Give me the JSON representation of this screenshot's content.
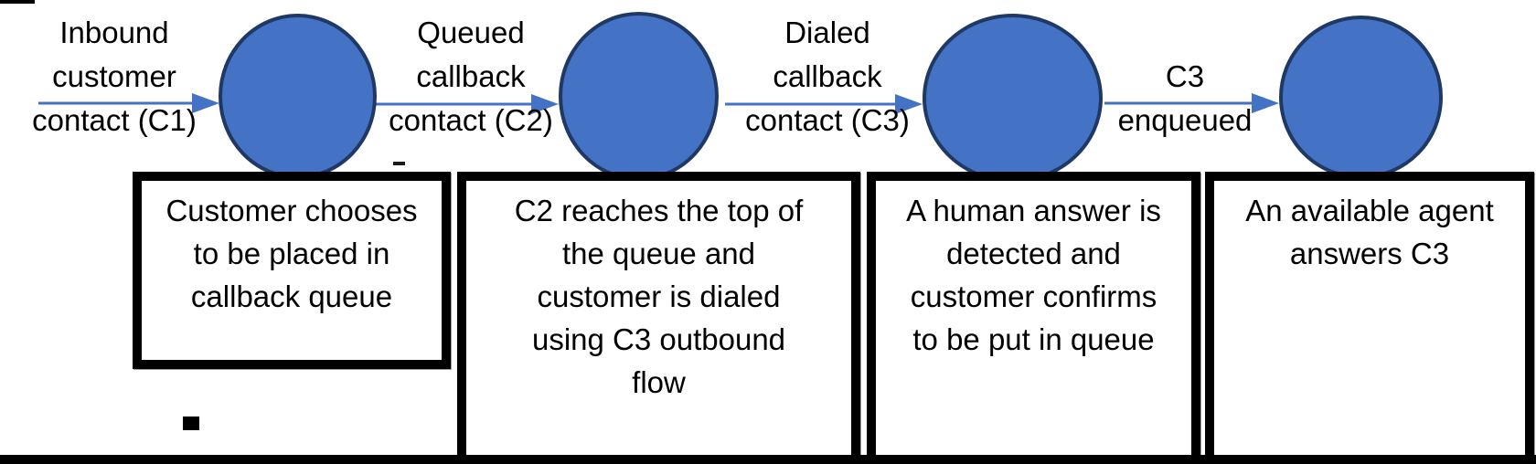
{
  "diagram": {
    "type": "flow",
    "title_visible": false,
    "node_count": 4,
    "node_shape": "circle",
    "transitions": [
      {
        "label": "Inbound\ncustomer\ncontact (C1)"
      },
      {
        "label": "Queued\ncallback\ncontact (C2)"
      },
      {
        "label": "Dialed\ncallback\ncontact (C3)"
      },
      {
        "label": "C3\nenqueued"
      }
    ],
    "steps": [
      {
        "text": "Customer chooses\nto be placed in\ncallback queue"
      },
      {
        "text": "C2 reaches the top of\nthe queue and\ncustomer is dialed\nusing C3 outbound\nflow"
      },
      {
        "text": "A human answer is\ndetected and\ncustomer confirms\nto be put in queue"
      },
      {
        "text": "An available agent\nanswers C3"
      }
    ]
  },
  "colors": {
    "node_fill": "#4472C4",
    "node_border": "#1F3864",
    "arrow": "#4472C4",
    "box_border": "#000000",
    "text": "#000000",
    "background": "#FFFFFF"
  }
}
